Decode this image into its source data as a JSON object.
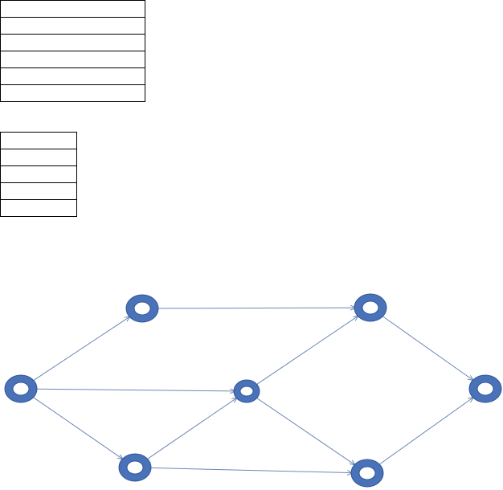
{
  "tables": [
    {
      "id": "table-top",
      "rows": [
        "",
        "",
        "",
        "",
        "",
        ""
      ]
    },
    {
      "id": "table-bottom",
      "rows": [
        "",
        "",
        "",
        "",
        ""
      ]
    }
  ],
  "graph": {
    "nodes": [
      {
        "id": "n1",
        "label": ""
      },
      {
        "id": "n2",
        "label": ""
      },
      {
        "id": "n3",
        "label": ""
      },
      {
        "id": "n4",
        "label": ""
      },
      {
        "id": "n5",
        "label": ""
      },
      {
        "id": "n6",
        "label": ""
      },
      {
        "id": "n7",
        "label": ""
      }
    ],
    "edges": [
      {
        "from": "n1",
        "to": "n2"
      },
      {
        "from": "n1",
        "to": "n4"
      },
      {
        "from": "n1",
        "to": "n3"
      },
      {
        "from": "n2",
        "to": "n5"
      },
      {
        "from": "n3",
        "to": "n4"
      },
      {
        "from": "n3",
        "to": "n6"
      },
      {
        "from": "n4",
        "to": "n5"
      },
      {
        "from": "n4",
        "to": "n6"
      },
      {
        "from": "n5",
        "to": "n7"
      },
      {
        "from": "n6",
        "to": "n7"
      }
    ],
    "colors": {
      "node_fill": "#4a72b8",
      "node_outline": "#2f5597",
      "edge": "#6d87b5"
    }
  }
}
